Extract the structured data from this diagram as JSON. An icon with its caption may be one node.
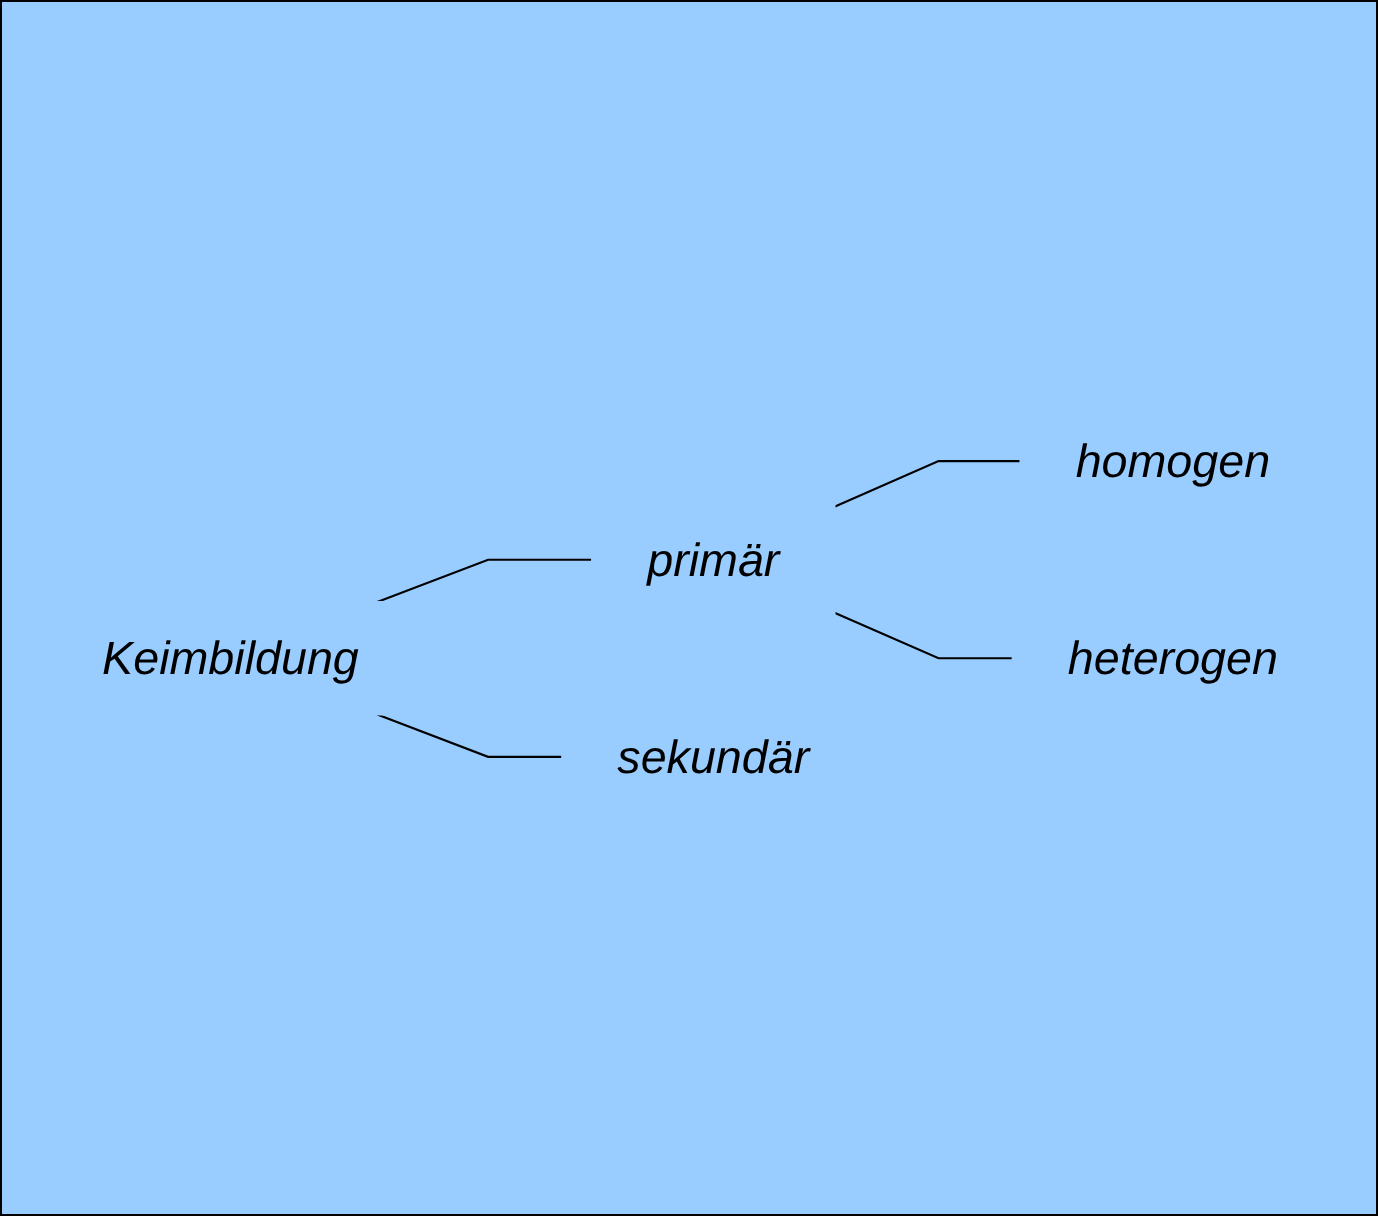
{
  "diagram": {
    "nodes": [
      {
        "text": [
          "Keimbildung"
        ]
      },
      {
        "text": [
          "primär"
        ]
      },
      {
        "text": [
          "homogen"
        ]
      },
      {
        "text": [
          "heterogen"
        ]
      },
      {
        "text": [
          "sekundär"
        ]
      }
    ],
    "edges": [
      {
        "from": 0,
        "to": 1,
        "arrow": "none"
      },
      {
        "from": 0,
        "to": 4,
        "arrow": "none"
      },
      {
        "from": 1,
        "to": 2,
        "arrow": "none"
      },
      {
        "from": 1,
        "to": 3,
        "arrow": "none"
      }
    ]
  }
}
